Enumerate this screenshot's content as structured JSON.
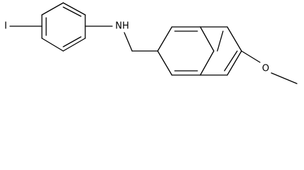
{
  "structure": {
    "atom_labels": {
      "iodine": "I",
      "amine": "NH",
      "oxygen": "O"
    }
  }
}
